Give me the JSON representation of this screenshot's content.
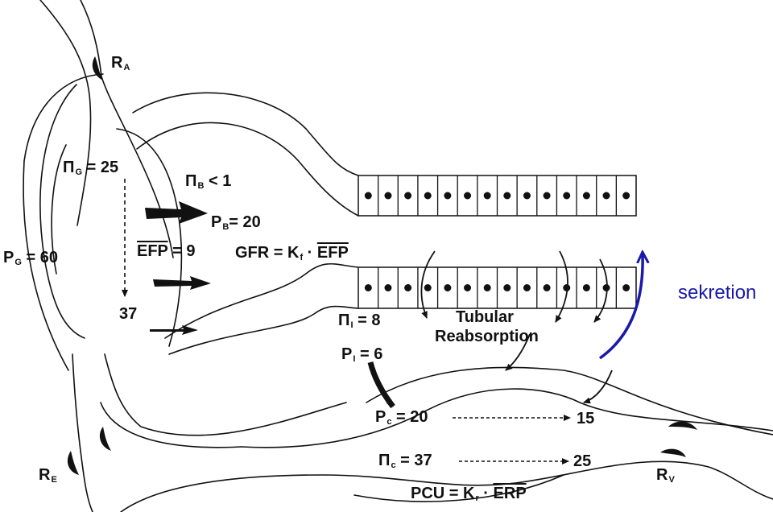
{
  "labels": {
    "ra": "R",
    "ra_sub": "A",
    "re": "R",
    "re_sub": "E",
    "rv": "R",
    "rv_sub": "V",
    "pi_g": "Π",
    "pi_g_sub": "G",
    "pi_g_val": "= 25",
    "pi_b": "Π",
    "pi_b_sub": "B",
    "pi_b_val": "< 1",
    "p_b": "P",
    "p_b_sub": "B",
    "p_b_val": "= 20",
    "efp_name": "EFP",
    "efp_val": "= 9",
    "gfr_left": "GFR = K",
    "gfr_sub": "f",
    "gfr_dot": " · ",
    "gfr_efp": "EFP",
    "p_g": "P",
    "p_g_sub": "G",
    "p_g_val": "= 60",
    "val_37": "37",
    "pi_i": "Π",
    "pi_i_sub": "I",
    "pi_i_val": "= 8",
    "p_i": "P",
    "p_i_sub": "I",
    "p_i_val": "= 6",
    "tubular": "Tubular",
    "reabsorption": "Reabsorption",
    "p_c": "P",
    "p_c_sub": "c",
    "p_c_val": "= 20",
    "p_c_end": "15",
    "pi_c": "Π",
    "pi_c_sub": "c",
    "pi_c_val": "= 37",
    "pi_c_end": "25",
    "pcu_left": "PCU = K",
    "pcu_sub": "r",
    "pcu_dot": " · ",
    "pcu_erp": "ERP",
    "sekretion": "sekretion"
  },
  "colors": {
    "line": "#111111",
    "secretion_arrow": "#1a1aa8"
  }
}
